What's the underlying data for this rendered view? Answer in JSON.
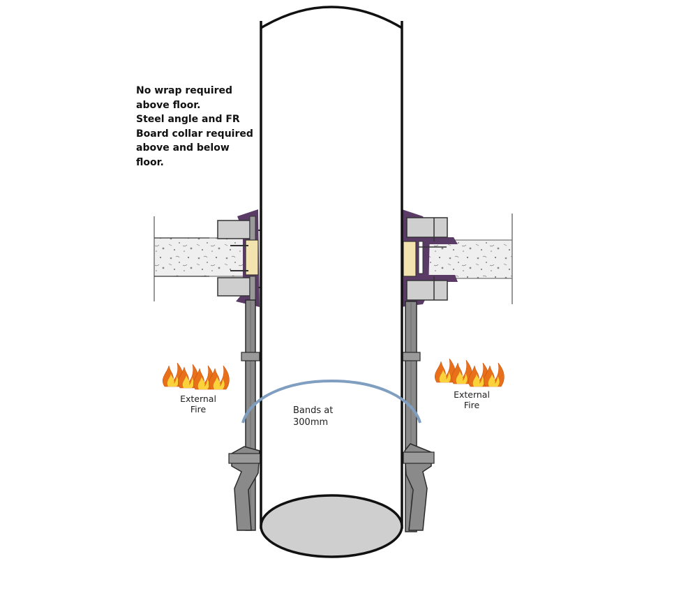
{
  "note": {
    "lines": [
      "No wrap required",
      "above floor.",
      "Steel angle and FR",
      "Board collar required",
      "above and below",
      "floor."
    ]
  },
  "labels": {
    "bands": [
      "Bands at",
      "300mm"
    ],
    "fire_left": [
      "External",
      "Fire"
    ],
    "fire_right": [
      "External",
      "Fire"
    ]
  },
  "colors": {
    "pipe_outline": "#111111",
    "pipe_base": "#cfcfcf",
    "concrete": "#efefef",
    "fr_board": "#cfcfcf",
    "intumescent": "#f3e3ae",
    "mastic": "#5a3b66",
    "band": "#7f9ec0",
    "downpipe": "#8a8a8a",
    "flame_outer": "#e8701a",
    "flame_inner": "#fbd23c"
  },
  "icons": [
    "flame-icon"
  ]
}
